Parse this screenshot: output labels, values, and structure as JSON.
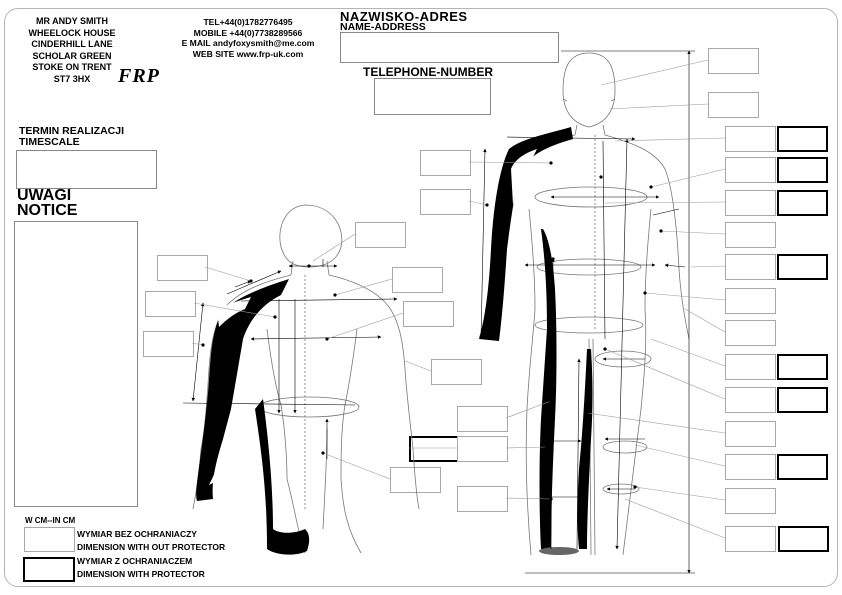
{
  "maker": {
    "address_lines": [
      "MR ANDY SMITH",
      "WHEELOCK HOUSE",
      "CINDERHILL LANE",
      "SCHOLAR GREEN",
      "STOKE ON TRENT",
      "ST7 3HX"
    ],
    "contact_lines": [
      "TEL+44(0)1782776495",
      "MOBILE +44(0)7738289566",
      "E MAIL andyfoxysmith@me.com",
      "WEB SITE www.frp-uk.com"
    ],
    "logo": "FRP"
  },
  "form": {
    "name_address_pl": "NAZWISKO-ADRES",
    "name_address_en": "NAME-ADDRESS",
    "telephone": "TELEPHONE-NUMBER",
    "timescale_pl": "TERMIN REALIZACJI",
    "timescale_en": "TIMESCALE",
    "notice_pl": "UWAGI",
    "notice_en": "NOTICE"
  },
  "legend": {
    "units": "W CM--IN CM",
    "without_pl": "WYMIAR BEZ OCHRANIACZY",
    "without_en": "DIMENSION WITH OUT PROTECTOR",
    "with_pl": "WYMIAR Z OCHRANIACZEM",
    "with_en": "DIMENSION WITH PROTECTOR"
  },
  "colors": {
    "line": "#000000",
    "guide": "#9a9a9a",
    "box_border": "#a8a8a8"
  }
}
